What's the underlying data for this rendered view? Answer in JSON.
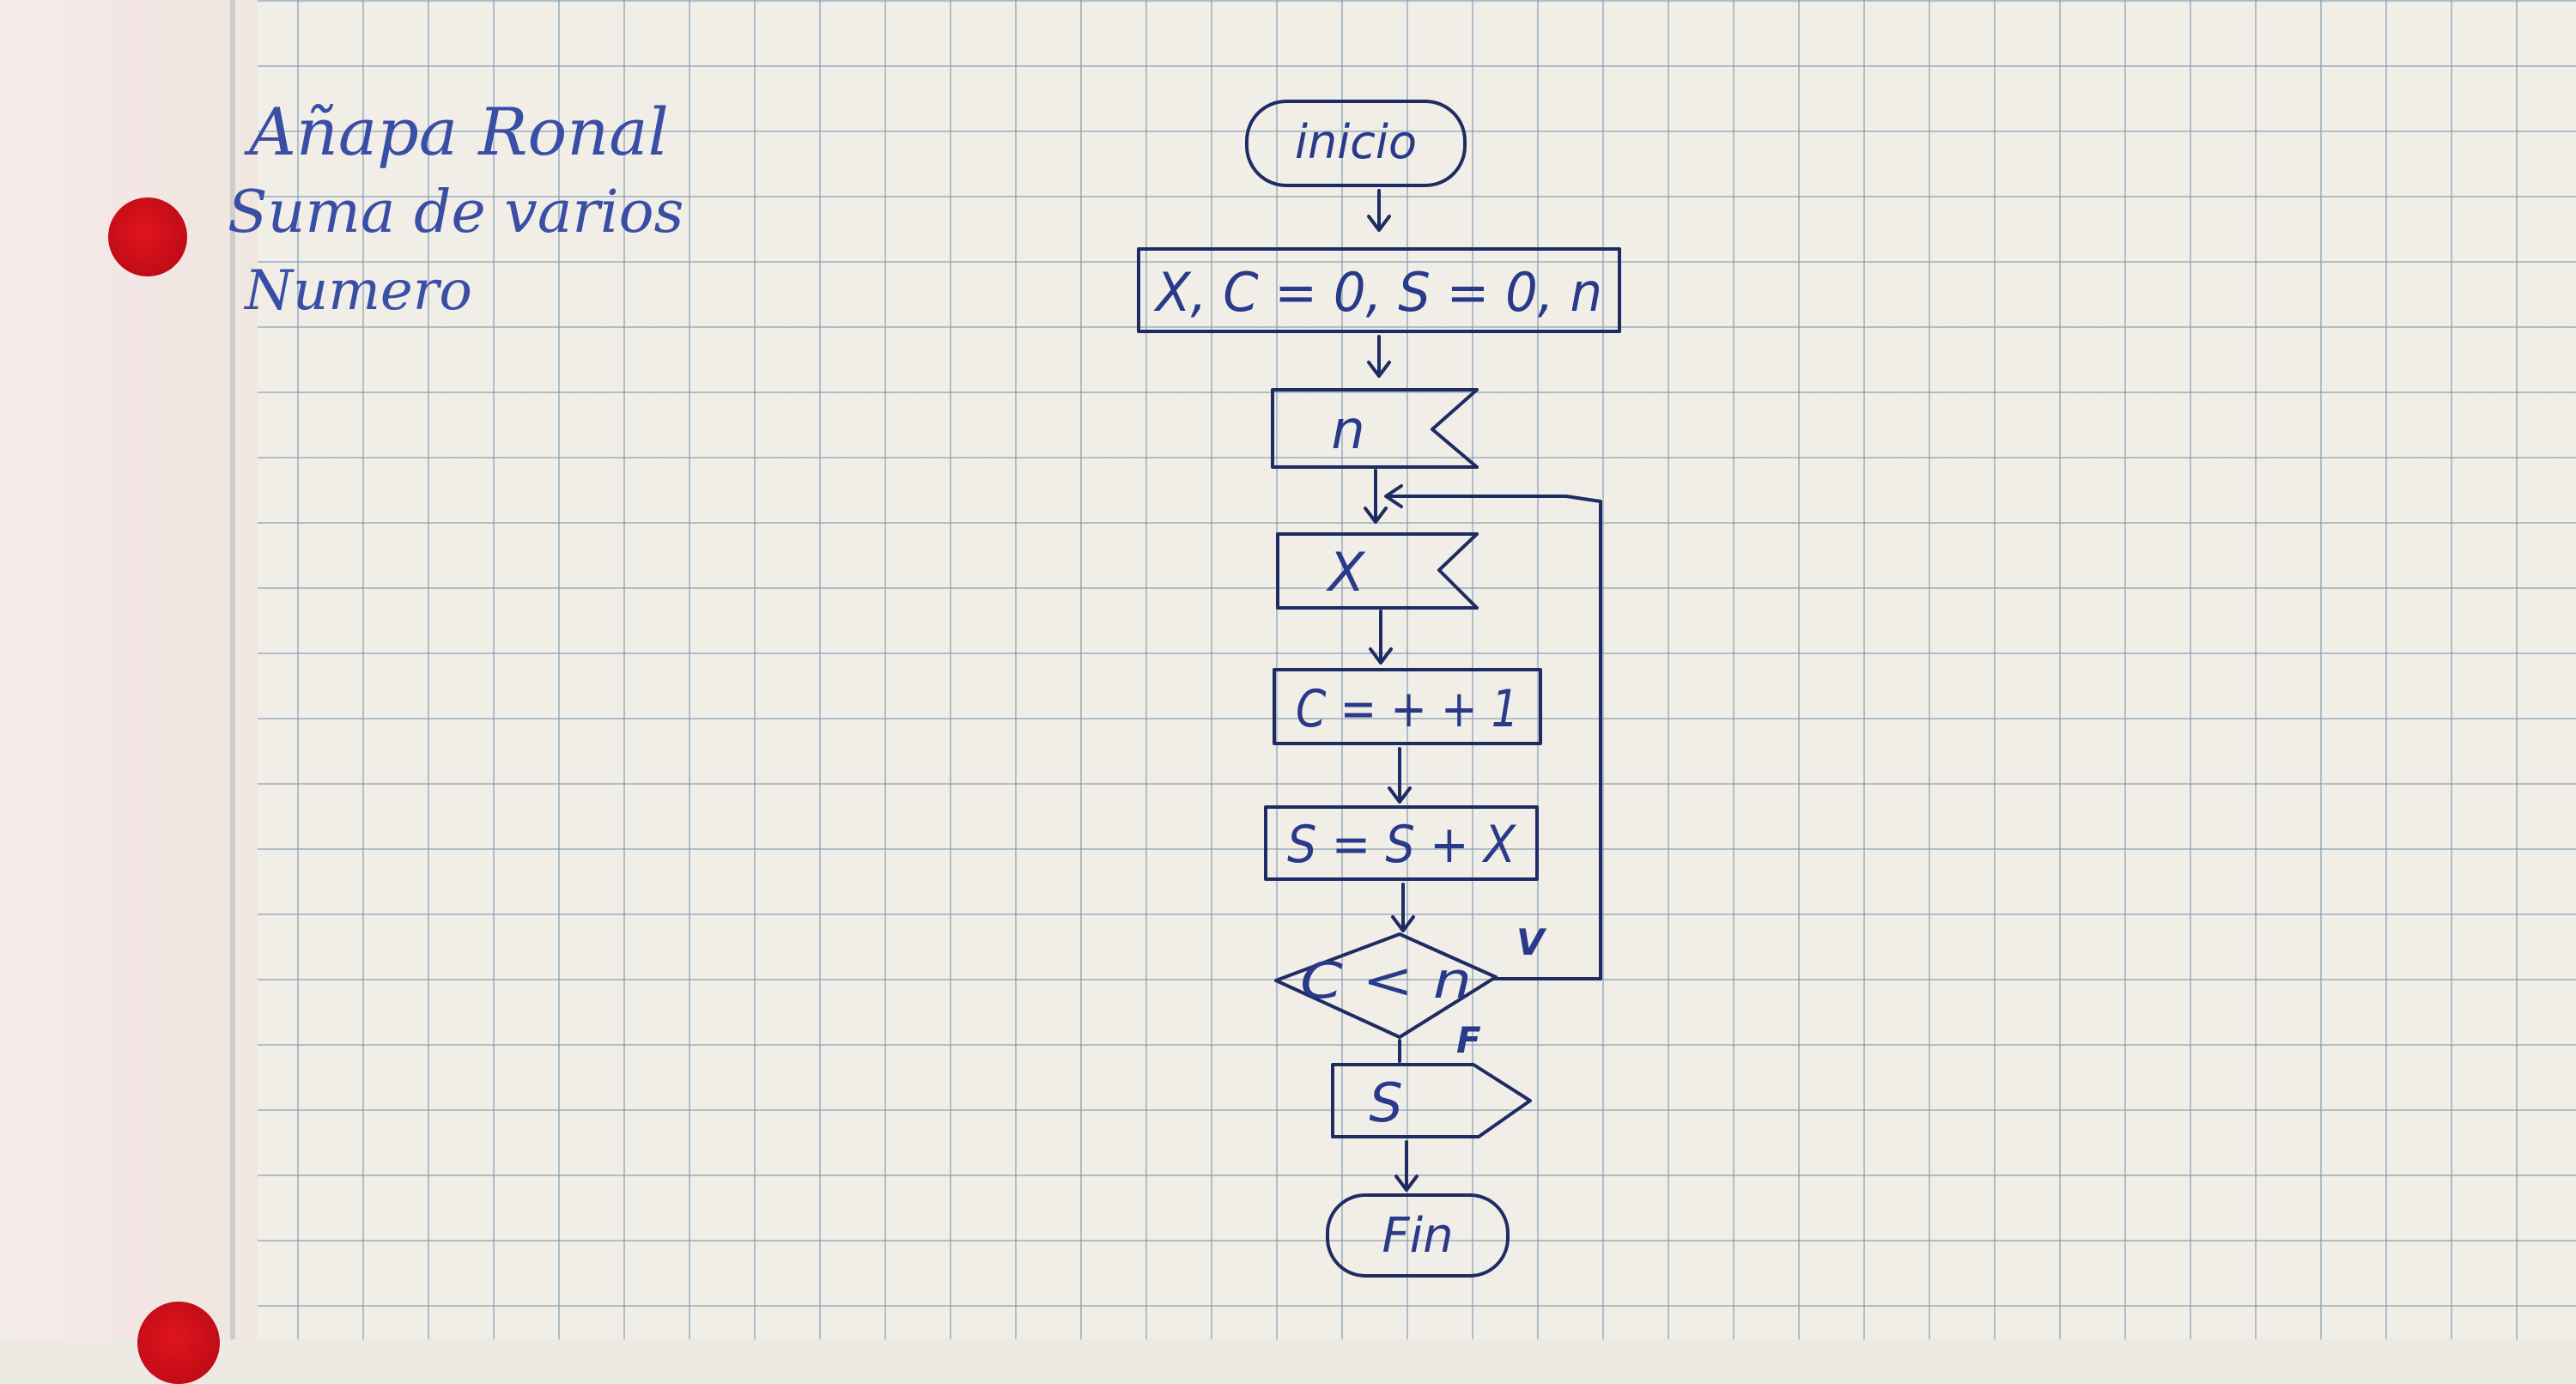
{
  "header_note": {
    "line1": "Añapa Ronal",
    "line2": "Suma de varios",
    "line3": "Numero"
  },
  "flowchart": {
    "start": "inicio",
    "init": "X, C = 0, S = 0, n",
    "input_n": "n",
    "input_x": "X",
    "counter": "C = + + 1",
    "sum": "S = S + X",
    "condition": "C < n",
    "branch_true": "V",
    "branch_false": "F",
    "output": "S",
    "end": "Fin"
  }
}
